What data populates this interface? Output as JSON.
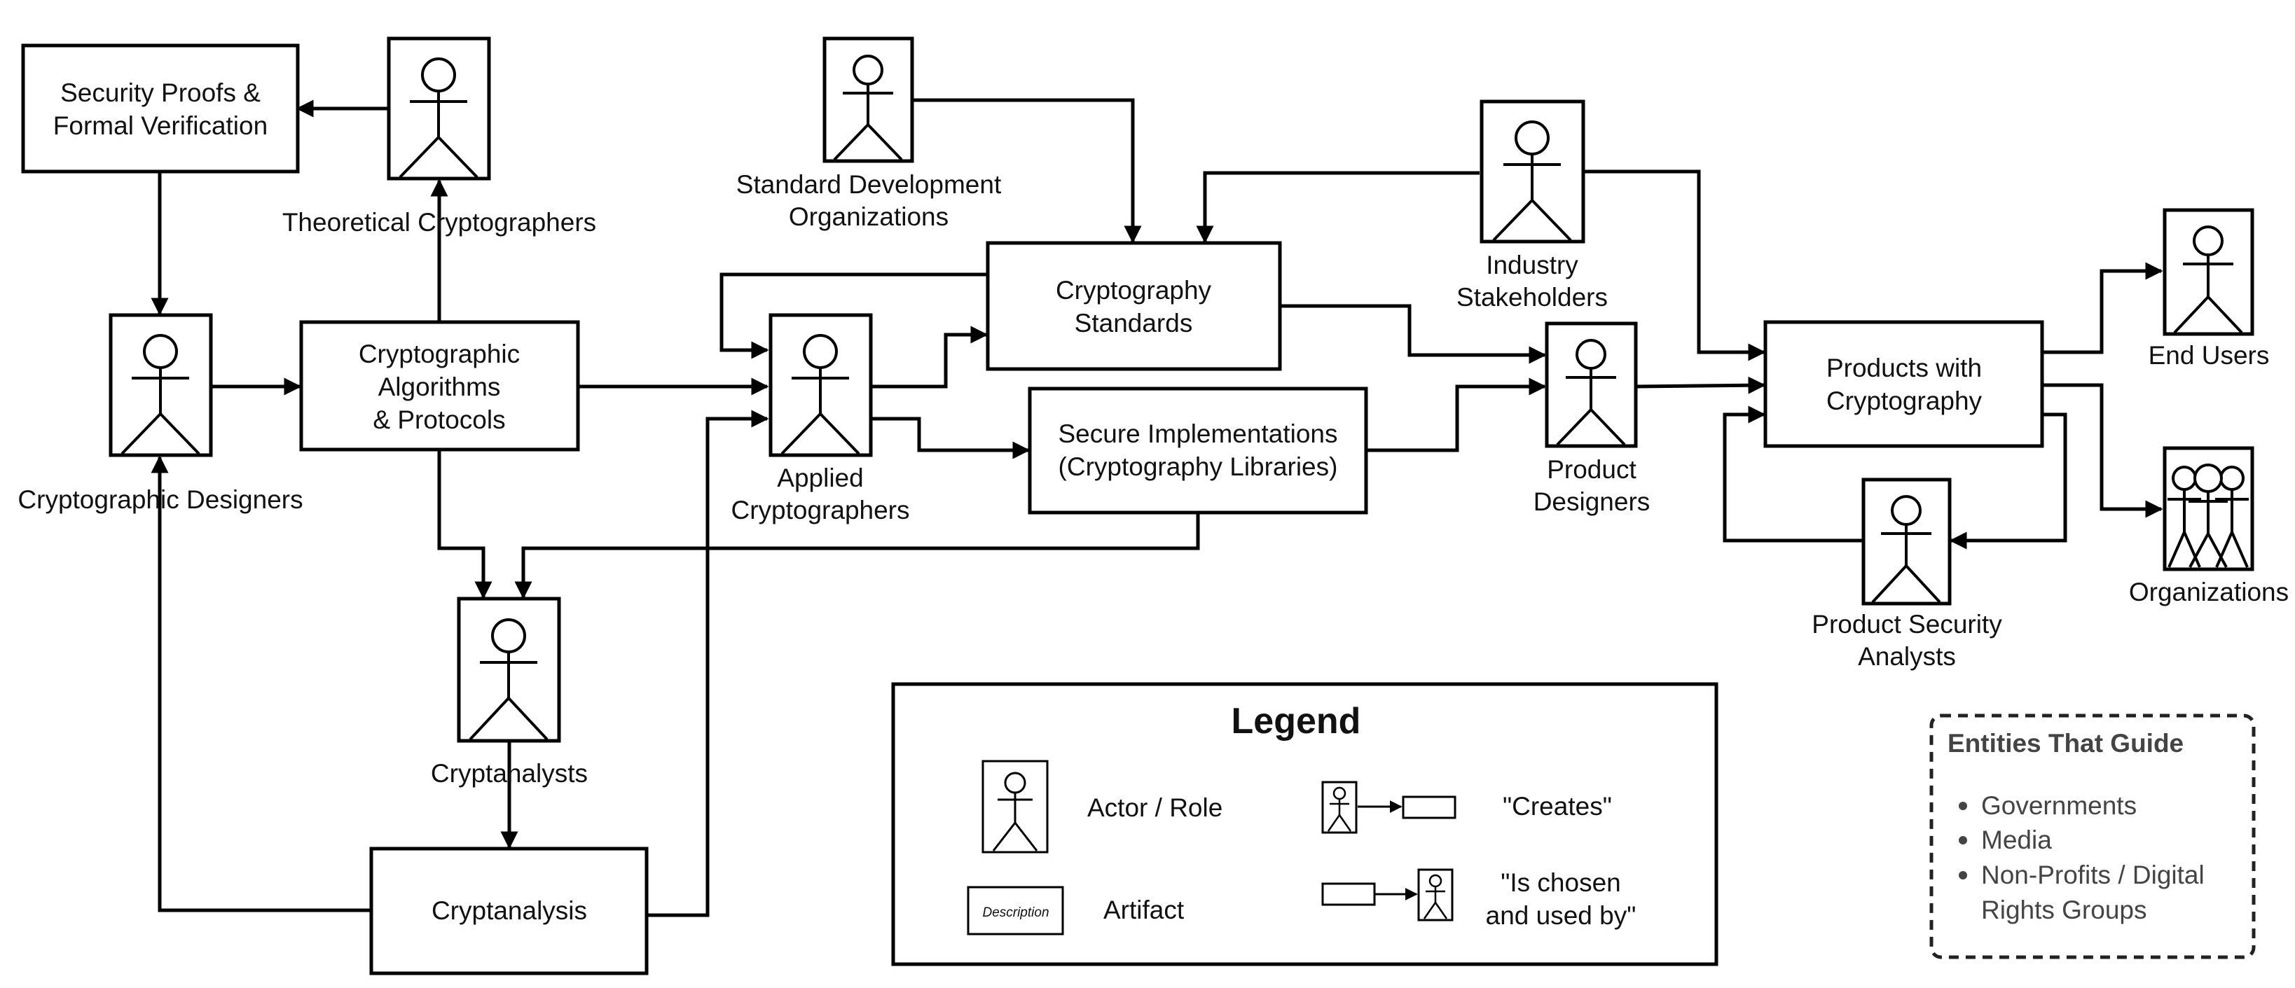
{
  "actors": {
    "theoretical_cryptographers": "Theoretical Cryptographers",
    "cryptographic_designers": "Cryptographic Designers",
    "cryptanalysts": "Cryptanalysts",
    "standard_dev_orgs": [
      "Standard Development",
      "Organizations"
    ],
    "applied_cryptographers": [
      "Applied",
      "Cryptographers"
    ],
    "industry_stakeholders": [
      "Industry",
      "Stakeholders"
    ],
    "product_designers": [
      "Product",
      "Designers"
    ],
    "end_users": "End Users",
    "organizations": "Organizations",
    "product_security_analysts": [
      "Product Security",
      "Analysts"
    ]
  },
  "artifacts": {
    "security_proofs": [
      "Security Proofs &",
      "Formal Verification"
    ],
    "algorithms": [
      "Cryptographic",
      "Algorithms",
      "& Protocols"
    ],
    "cryptanalysis": "Cryptanalysis",
    "standards": [
      "Cryptography",
      "Standards"
    ],
    "implementations": [
      "Secure Implementations",
      "(Cryptography Libraries)"
    ],
    "products": [
      "Products with",
      "Cryptography"
    ]
  },
  "legend": {
    "title": "Legend",
    "actor_role": "Actor / Role",
    "artifact": "Artifact",
    "artifact_sample": "Description",
    "creates": "\"Creates\"",
    "chosen_used": [
      "\"Is chosen",
      "and used by\""
    ]
  },
  "guide": {
    "title": "Entities That Guide",
    "items": [
      [
        "Governments"
      ],
      [
        "Media"
      ],
      [
        "Non-Profits / Digital",
        "Rights Groups"
      ]
    ]
  }
}
